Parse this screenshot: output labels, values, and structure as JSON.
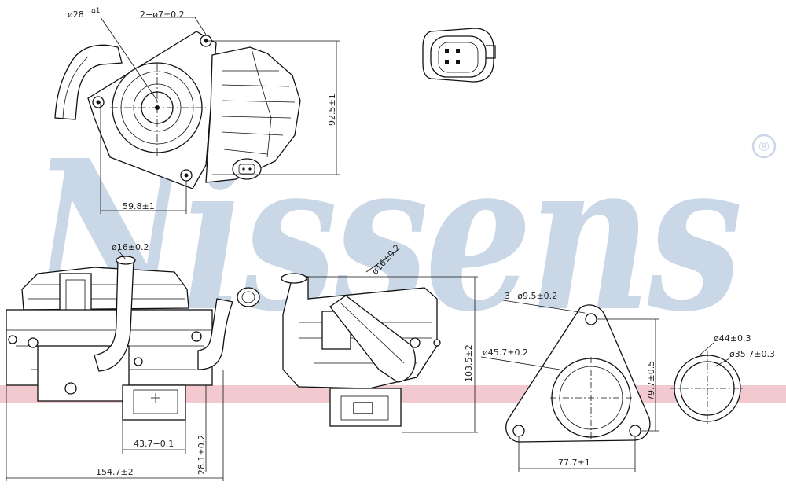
{
  "brand": {
    "watermark_text": "Nissens",
    "registered_mark": "®",
    "watermark_color": "#c9d7e6",
    "stripe_color": "#f1c9cf"
  },
  "top_view": {
    "dim_bore": "ø28",
    "dim_bore_flat": "⌂1",
    "dim_holes": "2−ø7±0.2",
    "dim_height": "92.5±1",
    "dim_width": "59.8±1"
  },
  "front_view": {
    "dim_pipe": "ø16±0.2",
    "dim_overall": "154.7±2",
    "dim_center": "43.7−0.1",
    "dim_flange": "28.1±0.2"
  },
  "side_view": {
    "dim_pipe": "ø16±0.2",
    "dim_height": "103.5±2"
  },
  "flange": {
    "dim_holes": "3−ø9.5±0.2",
    "dim_bore": "ø45.7±0.2",
    "dim_height": "79.7±0.5",
    "dim_width": "77.7±1"
  },
  "gasket": {
    "dim_outer": "ø44±0.3",
    "dim_inner": "ø35.7±0.3"
  }
}
